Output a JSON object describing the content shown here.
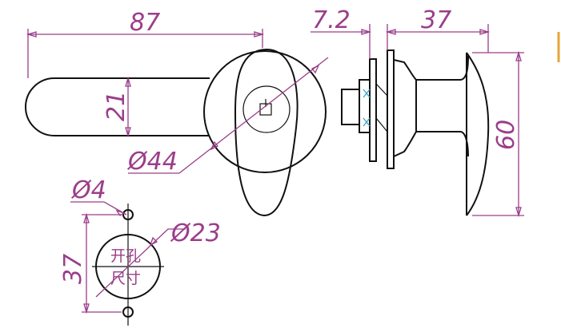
{
  "dimensions": {
    "handle_length": "87",
    "handle_width": "21",
    "rosette_diameter": "Ø44",
    "depth_small": "7.2",
    "depth_large": "37",
    "height": "60",
    "hole_small": "Ø4",
    "hole_large": "Ø23",
    "hole_spacing": "37"
  },
  "cutout_label": {
    "line1": "开孔",
    "line2": "尺寸"
  },
  "colors": {
    "dimension": "#9b3d8a",
    "outline": "#111111",
    "accent": "#e8a33a",
    "inner": "#3aa6c8"
  }
}
